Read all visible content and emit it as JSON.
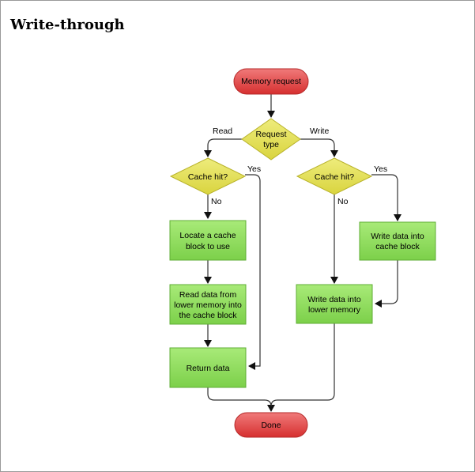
{
  "title": "Write-through",
  "nodes": {
    "memory_request": "Memory request",
    "request_type": [
      "Request",
      "type"
    ],
    "cache_hit_read": "Cache hit?",
    "cache_hit_write": "Cache hit?",
    "locate_block": [
      "Locate a cache",
      "block to use"
    ],
    "read_data": [
      "Read data from",
      "lower memory into",
      "the cache block"
    ],
    "return_data": "Return data",
    "write_cache": [
      "Write data into",
      "cache block"
    ],
    "write_lower": [
      "Write data into",
      "lower memory"
    ],
    "done": "Done"
  },
  "edge_labels": {
    "read": "Read",
    "write": "Write",
    "read_yes": "Yes",
    "read_no": "No",
    "write_yes": "Yes",
    "write_no": "No"
  },
  "colors": {
    "terminal_fill": "#e34b4b",
    "decision_fill": "#e3e05a",
    "process_fill": "#8fdc5a"
  }
}
